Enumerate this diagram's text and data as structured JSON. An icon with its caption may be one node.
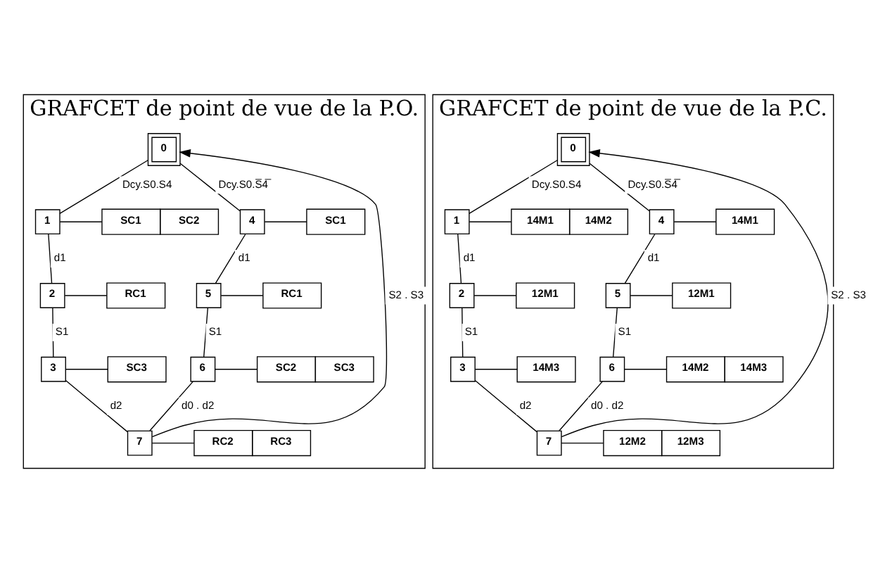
{
  "diagram": {
    "nodes": [
      {
        "text": [
          "GRAFCET de point de vue de la P.O."
        ]
      },
      {
        "text": [
          "0"
        ],
        "in": 0
      },
      {
        "text": [
          "1"
        ],
        "in": 0
      },
      {
        "text": [
          "SC1",
          "SC2"
        ],
        "in": 0
      },
      {
        "text": [
          "4"
        ],
        "in": 0
      },
      {
        "text": [
          "SC1"
        ],
        "in": 0
      },
      {
        "text": [
          "2"
        ],
        "in": 0
      },
      {
        "text": [
          "RC1"
        ],
        "in": 0
      },
      {
        "text": [
          "5"
        ],
        "in": 0
      },
      {
        "text": [
          "RC1"
        ],
        "in": 0
      },
      {
        "text": [
          "3"
        ],
        "in": 0
      },
      {
        "text": [
          "SC3"
        ],
        "in": 0
      },
      {
        "text": [
          "6"
        ],
        "in": 0
      },
      {
        "text": [
          "SC2",
          "SC3"
        ],
        "in": 0
      },
      {
        "text": [
          "7"
        ],
        "in": 0
      },
      {
        "text": [
          "RC2",
          "RC3"
        ],
        "in": 0
      },
      {
        "text": [
          "GRAFCET de point de vue de la P.C."
        ]
      },
      {
        "text": [
          "0"
        ],
        "in": 16
      },
      {
        "text": [
          "1"
        ],
        "in": 16
      },
      {
        "text": [
          "14M1",
          "14M2"
        ],
        "in": 16
      },
      {
        "text": [
          "4"
        ],
        "in": 16
      },
      {
        "text": [
          "14M1"
        ],
        "in": 16
      },
      {
        "text": [
          "2"
        ],
        "in": 16
      },
      {
        "text": [
          "12M1"
        ],
        "in": 16
      },
      {
        "text": [
          "5"
        ],
        "in": 16
      },
      {
        "text": [
          "12M1"
        ],
        "in": 16
      },
      {
        "text": [
          "3"
        ],
        "in": 16
      },
      {
        "text": [
          "14M3"
        ],
        "in": 16
      },
      {
        "text": [
          "6"
        ],
        "in": 16
      },
      {
        "text": [
          "14M2",
          "14M3"
        ],
        "in": 16
      },
      {
        "text": [
          "7"
        ],
        "in": 16
      },
      {
        "text": [
          "12M2",
          "12M3"
        ],
        "in": 16
      }
    ],
    "edges": [
      {
        "from": 1,
        "to": 2,
        "arrow": "none",
        "label": "Dcy.S0.S4"
      },
      {
        "from": 1,
        "to": 4,
        "arrow": "none",
        "label": "Dcy.S0.S̅4̅"
      },
      {
        "from": 2,
        "to": 3,
        "arrow": "none"
      },
      {
        "from": 4,
        "to": 5,
        "arrow": "none"
      },
      {
        "from": 2,
        "to": 6,
        "arrow": "none",
        "label": "d1"
      },
      {
        "from": 4,
        "to": 8,
        "arrow": "none",
        "label": "d1"
      },
      {
        "from": 6,
        "to": 7,
        "arrow": "none"
      },
      {
        "from": 8,
        "to": 9,
        "arrow": "none"
      },
      {
        "from": 6,
        "to": 10,
        "arrow": "none",
        "label": "S1"
      },
      {
        "from": 8,
        "to": 12,
        "arrow": "none",
        "label": "S1"
      },
      {
        "from": 10,
        "to": 11,
        "arrow": "none"
      },
      {
        "from": 12,
        "to": 13,
        "arrow": "none"
      },
      {
        "from": 10,
        "to": 14,
        "arrow": "none",
        "label": "d2"
      },
      {
        "from": 12,
        "to": 14,
        "arrow": "none",
        "label": "d0 . d2"
      },
      {
        "from": 14,
        "to": 15,
        "arrow": "none"
      },
      {
        "from": 14,
        "to": 1,
        "arrow": "to",
        "label": "S2 . S3"
      },
      {
        "from": 17,
        "to": 18,
        "arrow": "none",
        "label": "Dcy.S0.S4"
      },
      {
        "from": 17,
        "to": 20,
        "arrow": "none",
        "label": "Dcy.S0.S̅4̅"
      },
      {
        "from": 18,
        "to": 19,
        "arrow": "none"
      },
      {
        "from": 20,
        "to": 21,
        "arrow": "none"
      },
      {
        "from": 18,
        "to": 22,
        "arrow": "none",
        "label": "d1"
      },
      {
        "from": 20,
        "to": 24,
        "arrow": "none",
        "label": "d1"
      },
      {
        "from": 22,
        "to": 23,
        "arrow": "none"
      },
      {
        "from": 24,
        "to": 25,
        "arrow": "none"
      },
      {
        "from": 22,
        "to": 26,
        "arrow": "none",
        "label": "S1"
      },
      {
        "from": 24,
        "to": 28,
        "arrow": "none",
        "label": "S1"
      },
      {
        "from": 26,
        "to": 27,
        "arrow": "none"
      },
      {
        "from": 28,
        "to": 29,
        "arrow": "none"
      },
      {
        "from": 26,
        "to": 30,
        "arrow": "none",
        "label": "d2"
      },
      {
        "from": 28,
        "to": 30,
        "arrow": "none",
        "label": "d0 . d2"
      },
      {
        "from": 30,
        "to": 31,
        "arrow": "none"
      },
      {
        "from": 30,
        "to": 17,
        "arrow": "to",
        "label": "S2 . S3"
      }
    ]
  }
}
